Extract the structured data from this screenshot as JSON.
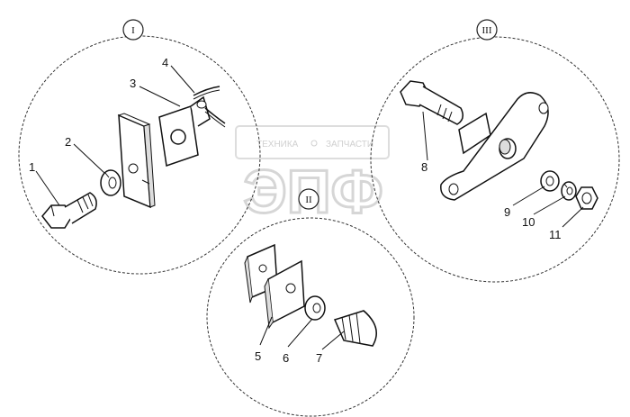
{
  "groups": [
    {
      "numeral": "I"
    },
    {
      "numeral": "II"
    },
    {
      "numeral": "III"
    }
  ],
  "callouts": [
    "1",
    "2",
    "3",
    "4",
    "5",
    "6",
    "7",
    "8",
    "9",
    "10",
    "11"
  ],
  "watermark": {
    "small_text_left": "ТЕХНИКА",
    "small_text_right": "ЗАПЧАСТИ",
    "big_text": "ЭПФ"
  }
}
